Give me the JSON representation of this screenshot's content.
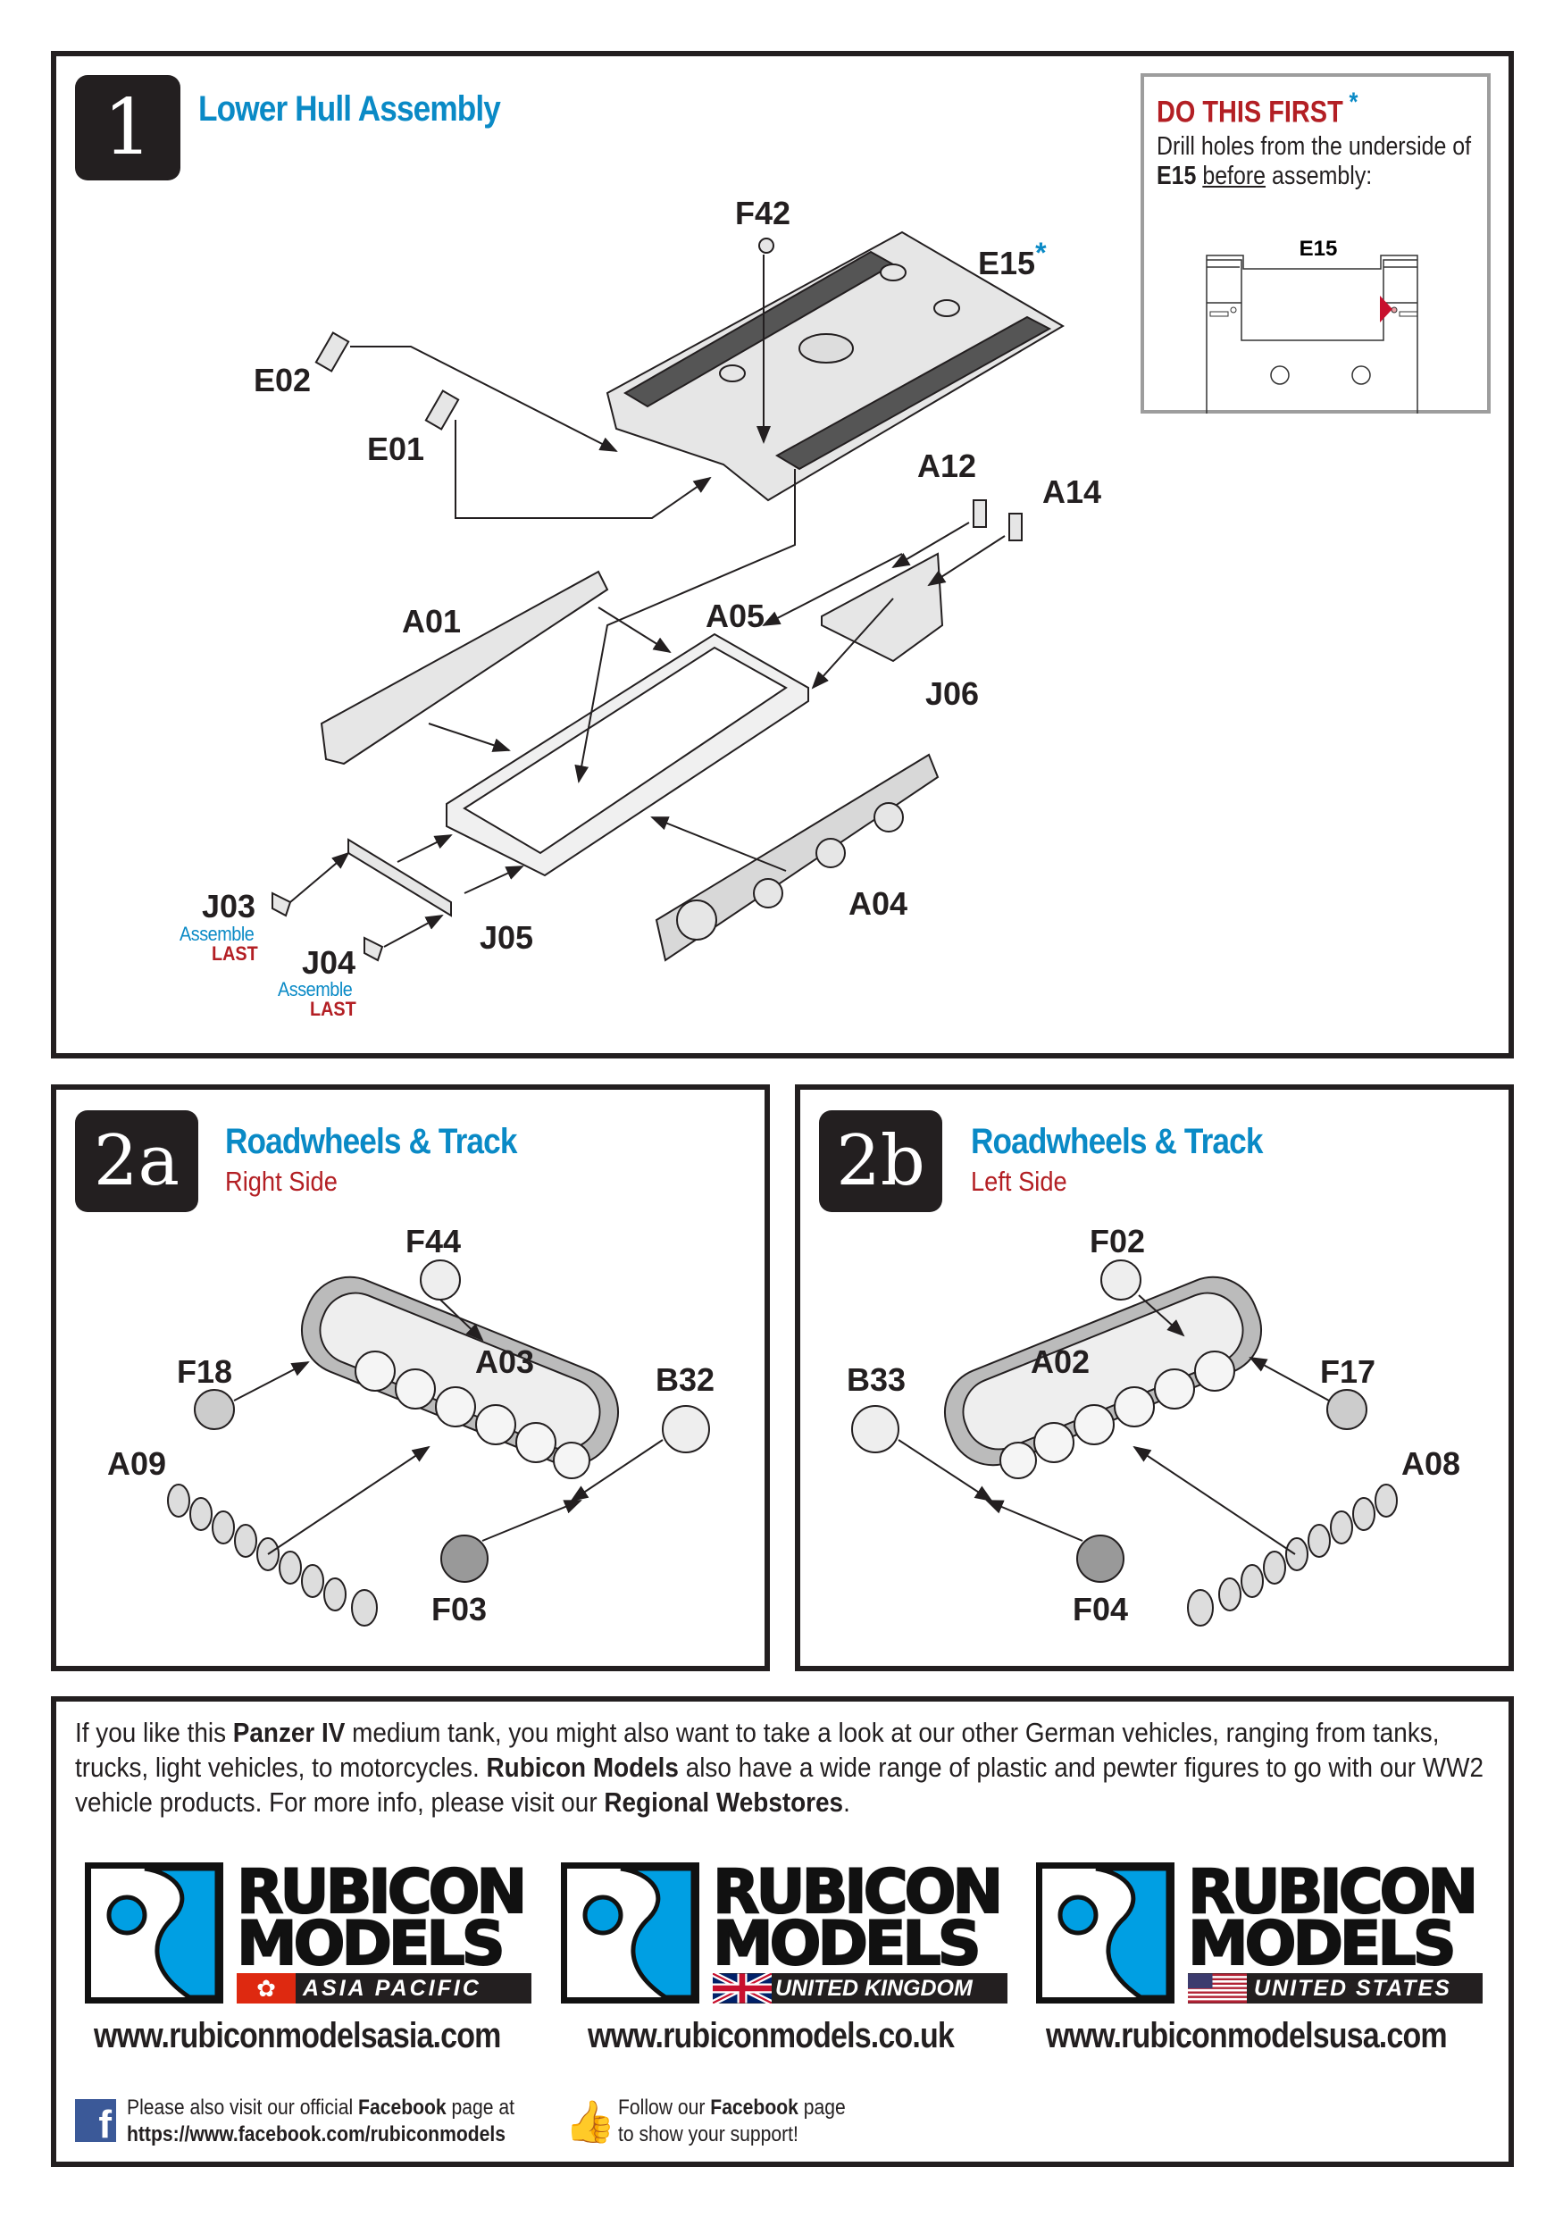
{
  "step1": {
    "number": "1",
    "title": "Lower Hull Assembly",
    "notice": {
      "heading": "DO THIS FIRST",
      "asterisk": "*",
      "line1": "Drill holes from the underside of",
      "part": "E15",
      "emph": "before",
      "rest": "assembly:",
      "diagram_label": "E15"
    },
    "parts": {
      "F42": "F42",
      "E15": "E15",
      "E15_star": "*",
      "E02": "E02",
      "E01": "E01",
      "A12": "A12",
      "A14": "A14",
      "A01": "A01",
      "A05": "A05",
      "J06": "J06",
      "J03": "J03",
      "J04": "J04",
      "J05": "J05",
      "A04": "A04"
    },
    "assemble": "Assemble",
    "last": "LAST"
  },
  "step2a": {
    "number": "2a",
    "title": "Roadwheels & Track",
    "subtitle": "Right Side",
    "parts": {
      "F44": "F44",
      "F18": "F18",
      "A03": "A03",
      "B32": "B32",
      "A09": "A09",
      "F03": "F03"
    }
  },
  "step2b": {
    "number": "2b",
    "title": "Roadwheels & Track",
    "subtitle": "Left Side",
    "parts": {
      "F02": "F02",
      "B33": "B33",
      "A02": "A02",
      "F17": "F17",
      "A08": "A08",
      "F04": "F04"
    }
  },
  "footer": {
    "p1": "If you like this ",
    "b1": "Panzer IV",
    "p2": " medium tank, you might also want to take a look at our other German vehicles, ranging from tanks, trucks, light vehicles, to motorcycles.  ",
    "b2": "Rubicon Models",
    "p3": " also have a wide range of plastic and pewter figures to go with our WW2 vehicle products.  For more info, please visit our ",
    "b3": "Regional Webstores",
    "p4": ".",
    "logos": [
      {
        "line1": "RUBICON",
        "line2": "MODELS",
        "region": "ASIA PACIFIC",
        "url": "www.rubiconmodelsasia.com"
      },
      {
        "line1": "RUBICON",
        "line2": "MODELS",
        "region": "UNITED KINGDOM",
        "url": "www.rubiconmodels.co.uk"
      },
      {
        "line1": "RUBICON",
        "line2": "MODELS",
        "region": "UNITED STATES",
        "url": "www.rubiconmodelsusa.com"
      }
    ],
    "facebook": {
      "l1a": "Please also visit our official ",
      "l1b": "Facebook",
      "l1c": " page at",
      "l2": "https://www.facebook.com/rubiconmodels"
    },
    "like": {
      "l1a": "Follow our ",
      "l1b": "Facebook",
      "l1c": " page",
      "l2": "to show your support!"
    }
  },
  "colors": {
    "blue": "#0a8ac6",
    "red": "#b31f24",
    "dark": "#231f20",
    "logo_blue": "#009fe3"
  }
}
